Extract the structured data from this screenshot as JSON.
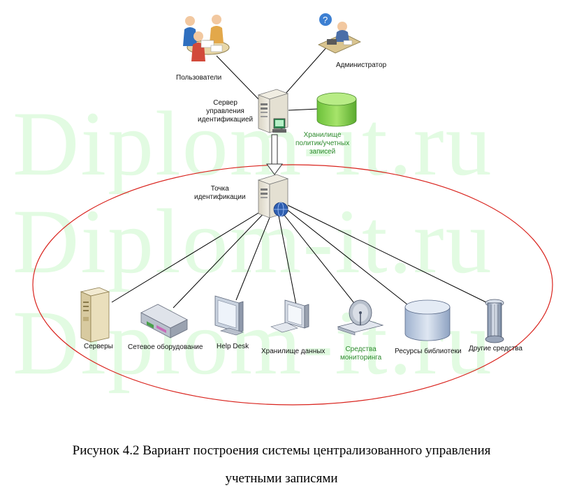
{
  "watermark": {
    "text": "Diplom-it.ru"
  },
  "nodes": {
    "users": {
      "label": "Пользователи",
      "icon": "users-meeting-icon"
    },
    "admin": {
      "label": "Администратор",
      "icon": "administrator-icon"
    },
    "server": {
      "label": "Сервер\nуправления\nидентификацией",
      "icon": "server-icon"
    },
    "storage": {
      "label": "Хранилище\nполитик/учетных\nзаписей",
      "icon": "database-icon"
    },
    "point": {
      "label": "Точка\nидентификации",
      "icon": "server-with-globe-icon"
    }
  },
  "resources": [
    {
      "label": "Серверы",
      "icon": "server-tower-icon"
    },
    {
      "label": "Сетевое оборудование",
      "icon": "network-hub-icon"
    },
    {
      "label": "Help Desk",
      "icon": "monitor-icon"
    },
    {
      "label": "Хранилище данных",
      "icon": "workstation-icon"
    },
    {
      "label": "Средства\nмониторинга",
      "icon": "satellite-dish-icon"
    },
    {
      "label": "Ресурсы библиотеки",
      "icon": "library-database-icon"
    },
    {
      "label": "Другие средства",
      "icon": "column-icon"
    }
  ],
  "caption": {
    "line1": "Рисунок 4.2 Вариант построения системы централизованного управления",
    "line2": "учетными записями"
  },
  "colors": {
    "ellipse": "#d9231d",
    "watermark": "#e2fbe2",
    "storage": "#8fd84a",
    "label_green": "#2c8a2c"
  }
}
